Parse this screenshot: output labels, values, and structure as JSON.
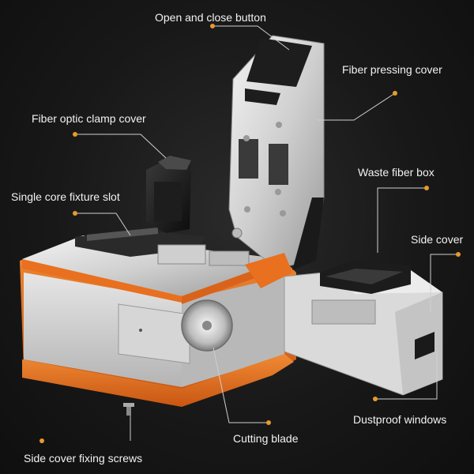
{
  "labels": {
    "open_close": "Open and close button",
    "fiber_pressing_cover": "Fiber pressing cover",
    "clamp_cover": "Fiber optic clamp cover",
    "waste_box": "Waste fiber box",
    "fixture_slot": "Single core fixture slot",
    "side_cover": "Side cover",
    "dustproof": "Dustproof windows",
    "cutting_blade": "Cutting blade",
    "fixing_screws": "Side cover fixing screws"
  },
  "colors": {
    "background": "#151515",
    "accent": "#e8701f",
    "leader": "#cfcfcf",
    "dot": "#e89a2a"
  }
}
